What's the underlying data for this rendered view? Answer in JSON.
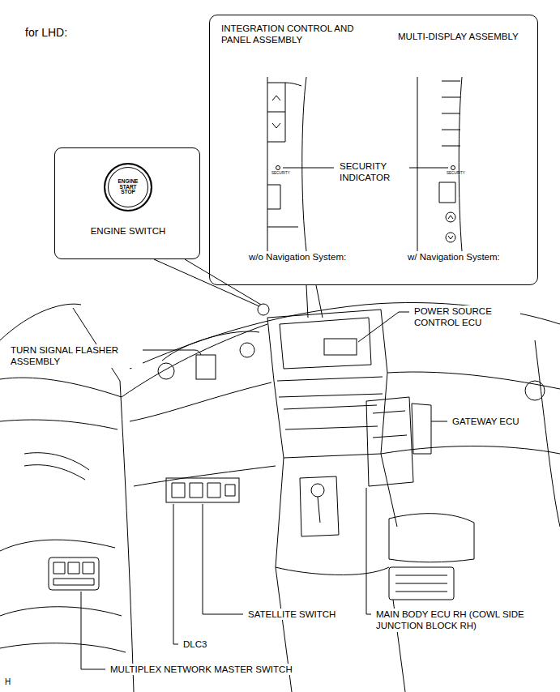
{
  "diagram": {
    "nodes": [
      {
        "text": [
          "INTEGRATION CONTROL AND PANEL ASSEMBLY",
          "MULTI-DISPLAY ASSEMBLY",
          "SECURITY INDICATOR",
          "w/o Navigation System:",
          "w/ Navigation System:"
        ]
      },
      {
        "text": [
          "ENGINE SWITCH"
        ]
      },
      {
        "text": [
          "ENGINE START STOP"
        ],
        "in": 1
      }
    ],
    "labels": [
      "for LHD:",
      "SECURITY",
      "SECURITY",
      "POWER SOURCE CONTROL ECU",
      "TURN SIGNAL FLASHER ASSEMBLY",
      "GATEWAY ECU",
      "SATELLITE SWITCH",
      "MAIN BODY ECU RH (COWL SIDE JUNCTION BLOCK RH)",
      "DLC3",
      "MULTIPLEX NETWORK MASTER SWITCH",
      "H"
    ]
  }
}
